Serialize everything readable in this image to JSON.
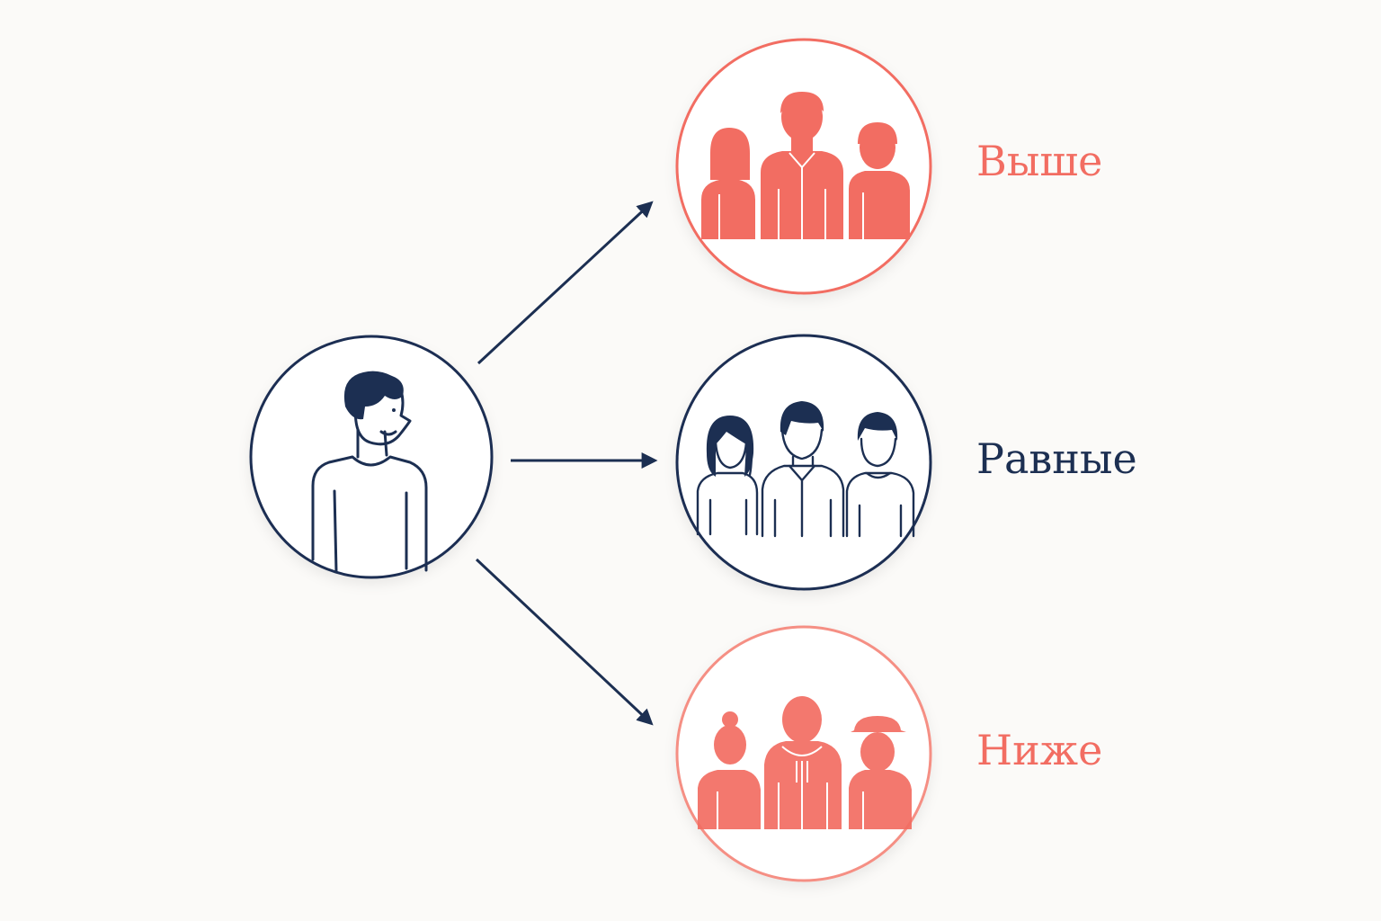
{
  "colors": {
    "background": "#fbfaf8",
    "navy": "#1c2f52",
    "coral": "#f26d62",
    "coral_light": "#f58f84"
  },
  "subject": {
    "icon": "person-icon"
  },
  "groups": [
    {
      "id": "higher",
      "label": "Выше",
      "color": "#f26d62",
      "icon": "group-filled-icon"
    },
    {
      "id": "equal",
      "label": "Равные",
      "color": "#1c2f52",
      "icon": "group-outline-icon"
    },
    {
      "id": "lower",
      "label": "Ниже",
      "color": "#f26d62",
      "icon": "group-young-icon"
    }
  ]
}
